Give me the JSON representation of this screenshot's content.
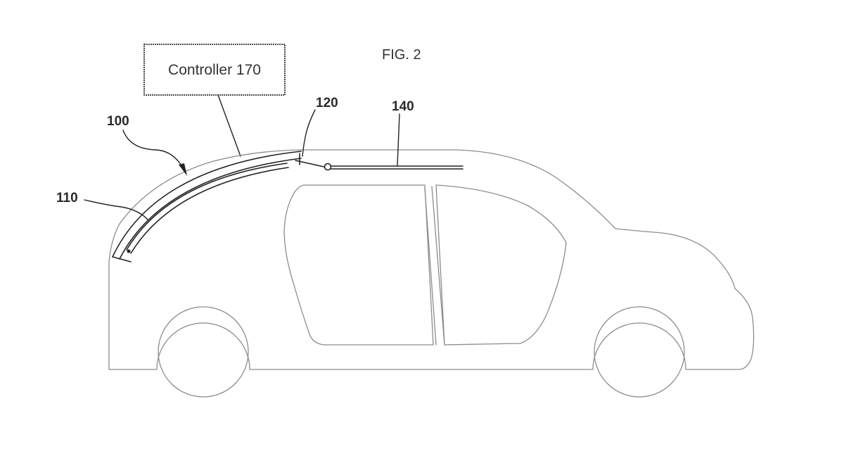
{
  "figure": {
    "label": "FIG. 2"
  },
  "controller": {
    "label": "Controller 170"
  },
  "reference_labels": {
    "ref_100": "100",
    "ref_110": "110",
    "ref_120": "120",
    "ref_140": "140"
  },
  "colors": {
    "vehicle_outline": "#8c8c8c",
    "component_lines": "#222222",
    "label_text": "#2a2a2a"
  }
}
